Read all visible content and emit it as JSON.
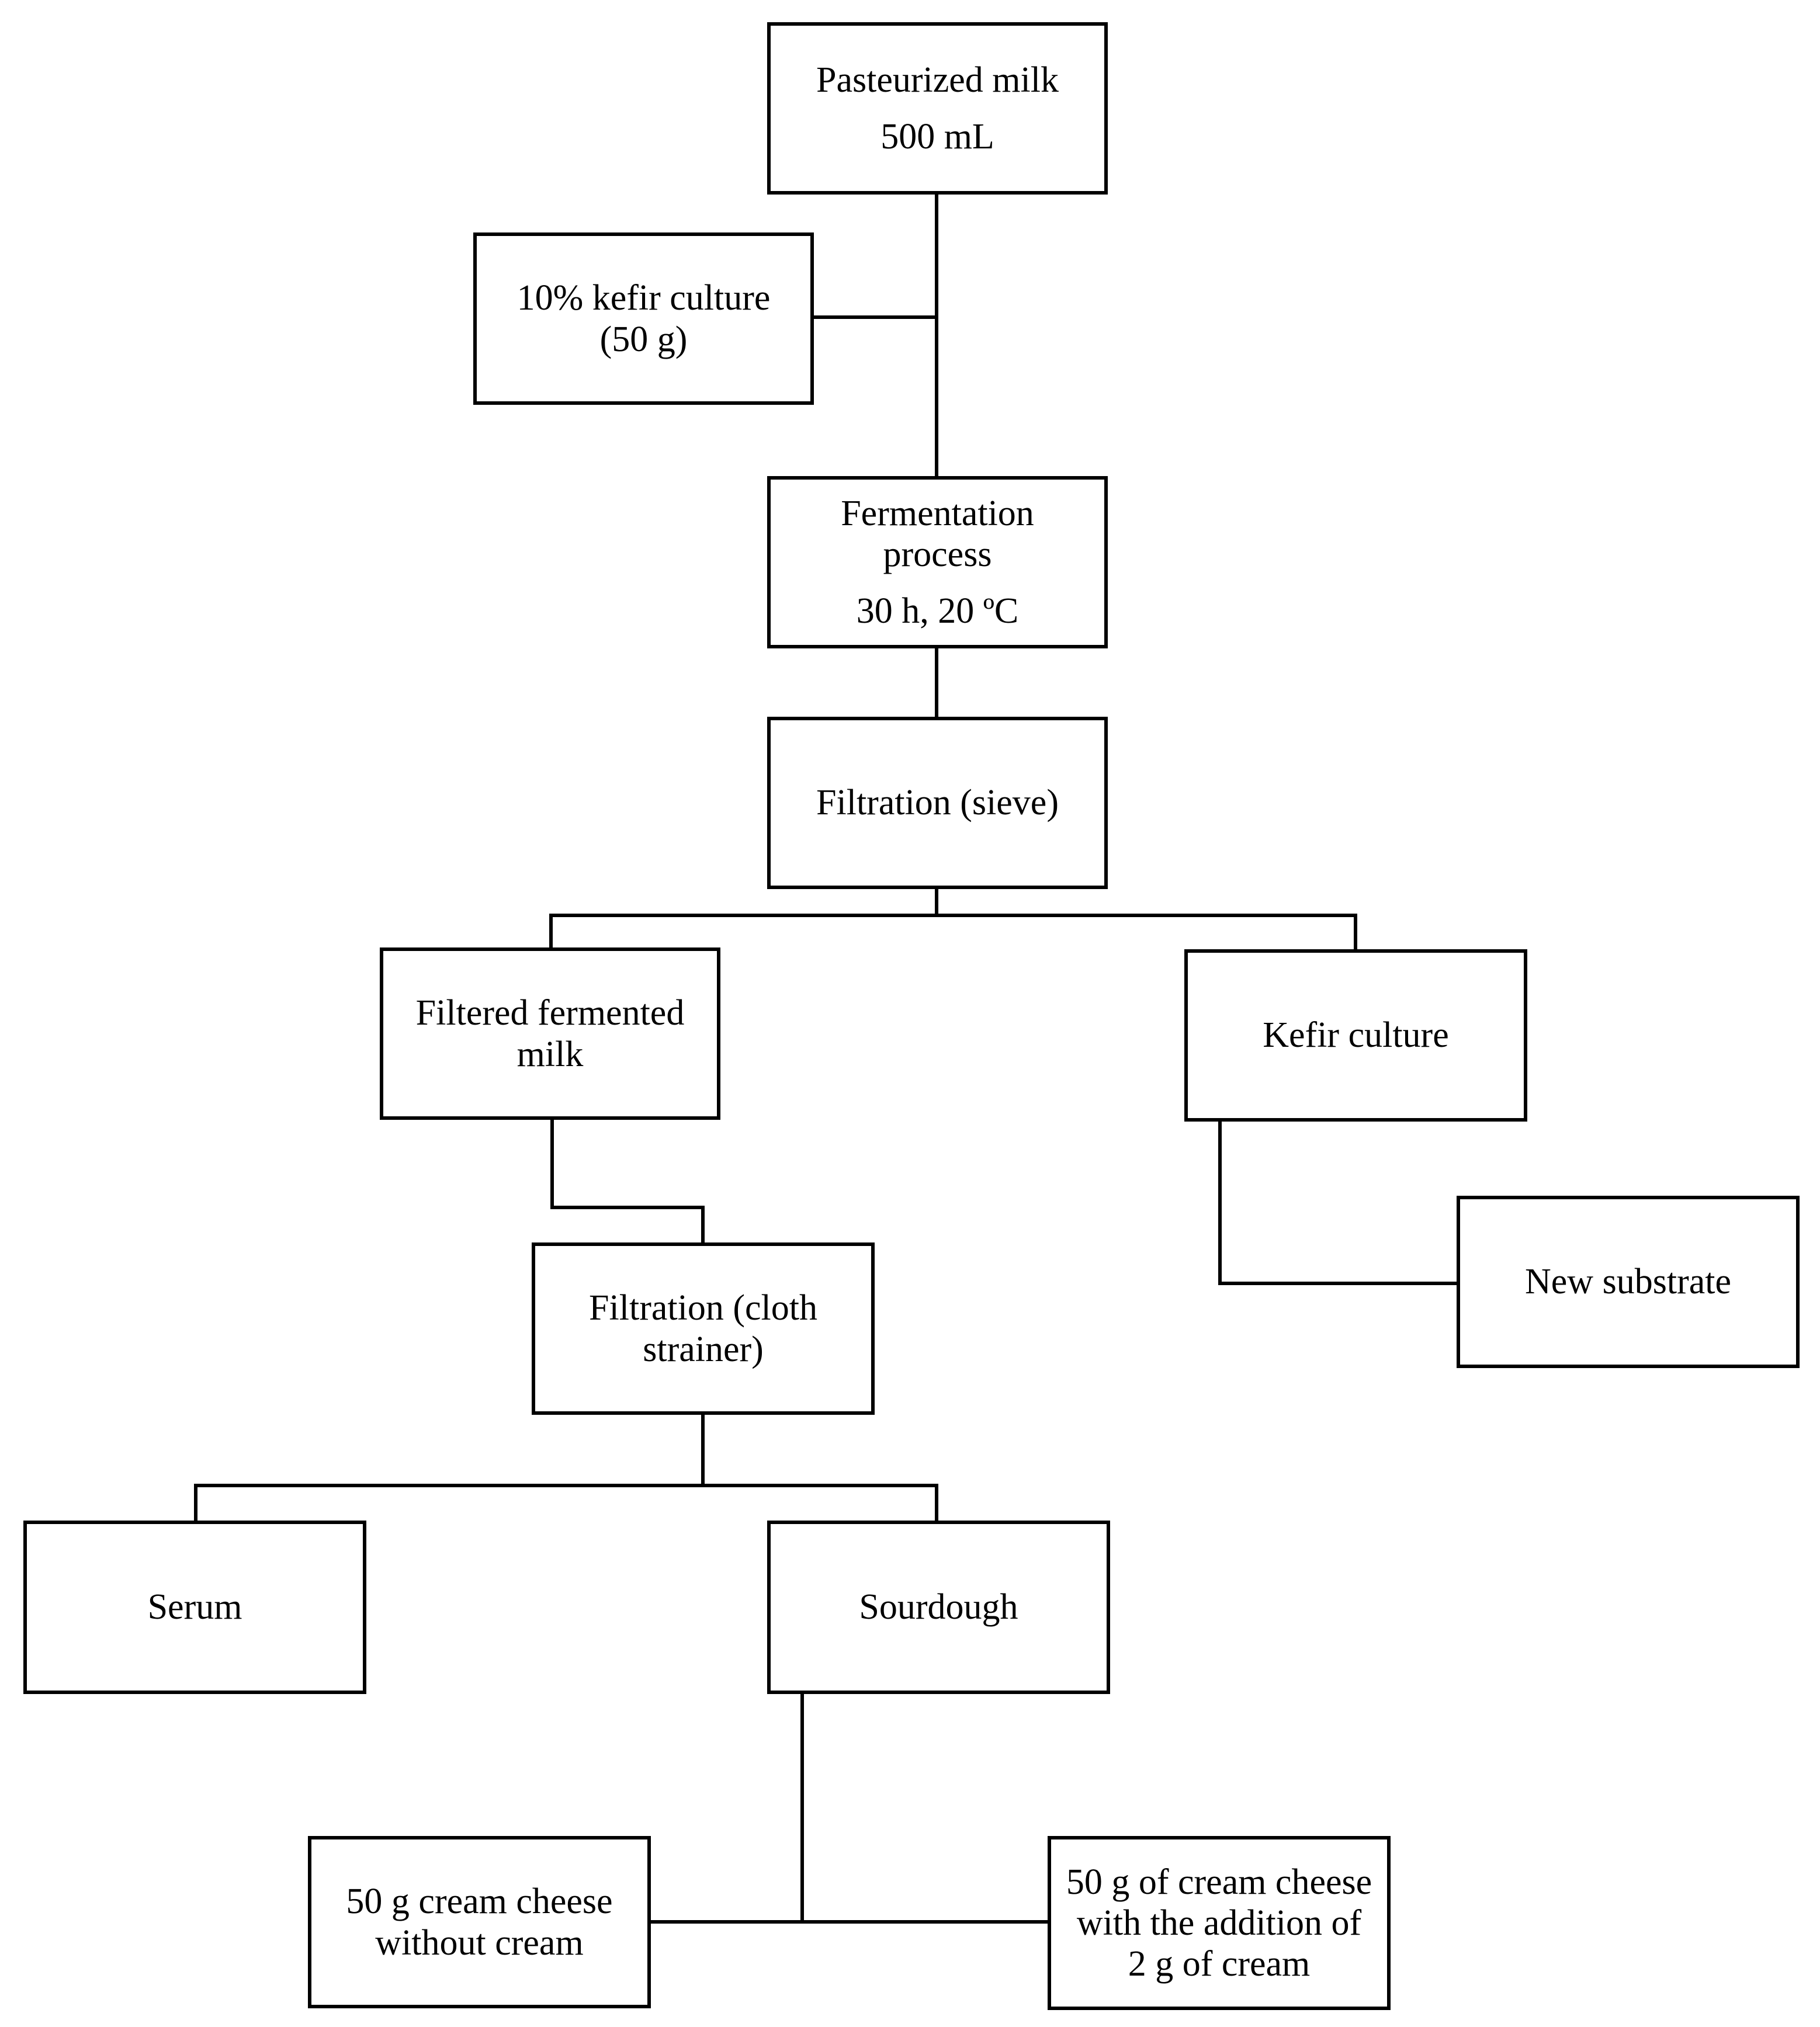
{
  "diagram": {
    "nodes": {
      "pasteurized_milk": {
        "line1": "Pasteurized milk",
        "line2": "500 mL"
      },
      "kefir_culture_input": {
        "line1": "10% kefir culture",
        "line2": "(50 g)"
      },
      "fermentation": {
        "line1": "Fermentation",
        "line2": "process",
        "line3": "30 h, 20 ºC"
      },
      "filtration_sieve": {
        "line1": "Filtration (sieve)"
      },
      "filtered_fermented_milk": {
        "line1": "Filtered fermented",
        "line2": "milk"
      },
      "kefir_culture_output": {
        "line1": "Kefir culture"
      },
      "new_substrate": {
        "line1": "New substrate"
      },
      "filtration_cloth": {
        "line1": "Filtration (cloth",
        "line2": "strainer)"
      },
      "serum": {
        "line1": "Serum"
      },
      "sourdough": {
        "line1": "Sourdough"
      },
      "cream_cheese_plain": {
        "line1": "50 g cream cheese",
        "line2": "without cream"
      },
      "cream_cheese_cream": {
        "line1": "50 g of cream cheese",
        "line2": "with the addition of",
        "line3": "2 g of cream"
      }
    }
  }
}
